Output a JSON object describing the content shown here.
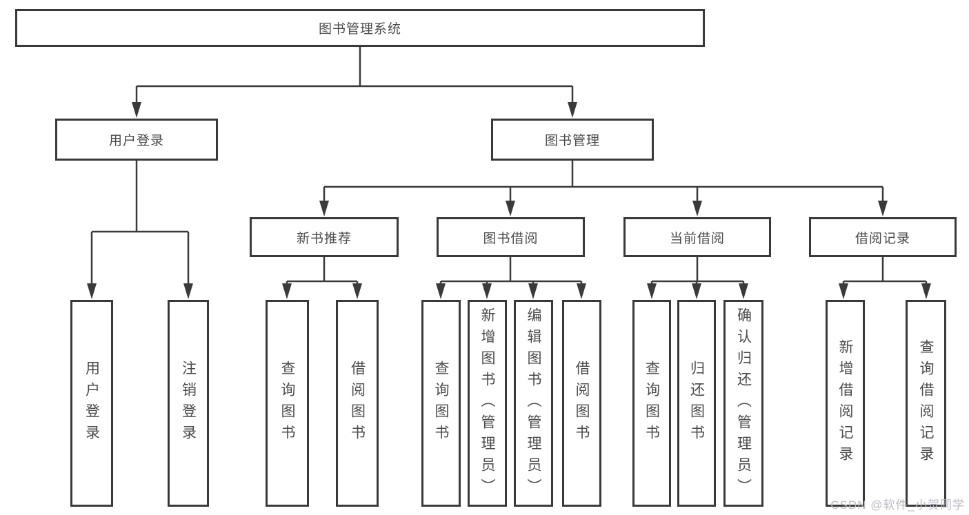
{
  "tree": {
    "root": {
      "label": "图书管理系统"
    },
    "branches": [
      {
        "label": "用户登录",
        "children": [
          {
            "label": "用户登录"
          },
          {
            "label": "注销登录"
          }
        ]
      },
      {
        "label": "图书管理",
        "children": [
          {
            "label": "新书推荐",
            "children": [
              {
                "label": "查询图书"
              },
              {
                "label": "借阅图书"
              }
            ]
          },
          {
            "label": "图书借阅",
            "children": [
              {
                "label": "查询图书"
              },
              {
                "label": "新增图书（管理员）"
              },
              {
                "label": "编辑图书（管理员）"
              },
              {
                "label": "借阅图书"
              }
            ]
          },
          {
            "label": "当前借阅",
            "children": [
              {
                "label": "查询图书"
              },
              {
                "label": "归还图书"
              },
              {
                "label": "确认归还（管理员）"
              }
            ]
          },
          {
            "label": "借阅记录",
            "children": [
              {
                "label": "新增借阅记录"
              },
              {
                "label": "查询借阅记录"
              }
            ]
          }
        ]
      }
    ]
  },
  "watermark": {
    "text": "CSDN @软件_小贺同学"
  },
  "colors": {
    "line": "#3a3a3a",
    "box_border": "#393939",
    "text": "#4a4a4a",
    "watermark": "#b9bac1",
    "background": "#ffffff"
  }
}
